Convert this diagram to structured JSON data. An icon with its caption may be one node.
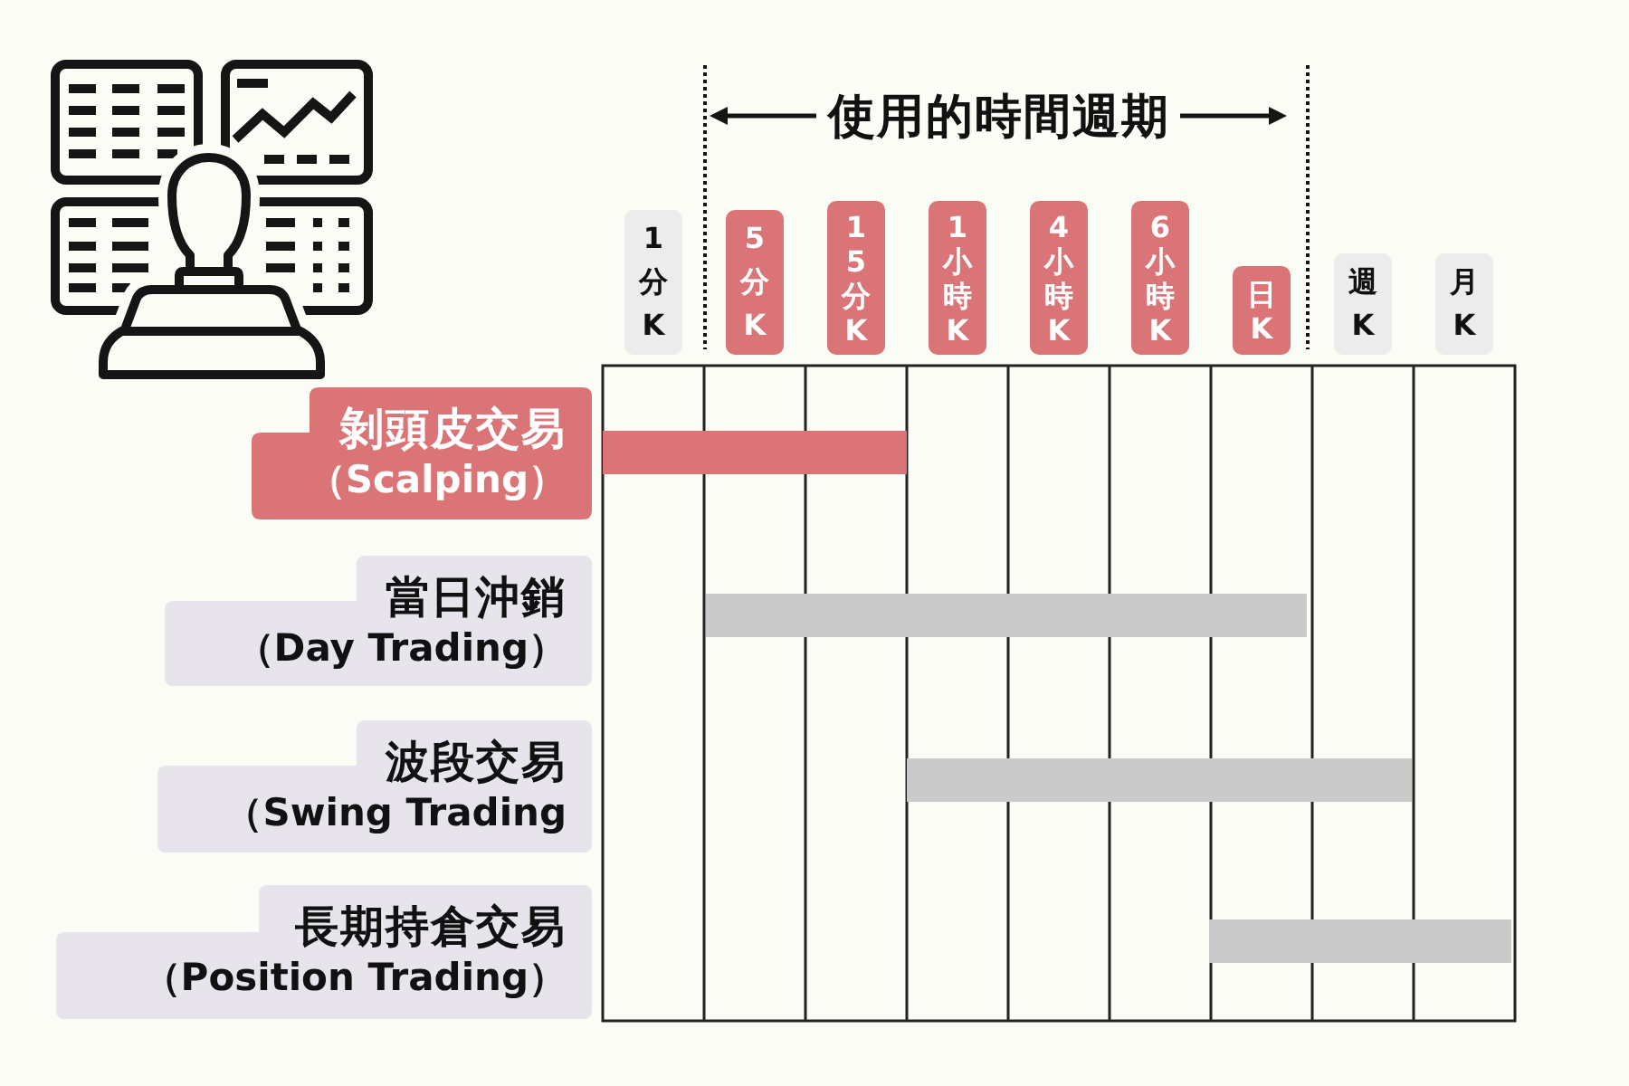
{
  "diagram": {
    "nodes": [
      {
        "text": [
          "1分K"
        ]
      },
      {
        "text": [
          "5分K"
        ]
      },
      {
        "text": [
          "15分K"
        ]
      },
      {
        "text": [
          "1小時K"
        ]
      },
      {
        "text": [
          "4小時K"
        ]
      },
      {
        "text": [
          "6小時K"
        ]
      },
      {
        "text": [
          "日K"
        ]
      },
      {
        "text": [
          "週K"
        ]
      },
      {
        "text": [
          "月K"
        ]
      },
      {
        "text": [
          "剝頭皮交易",
          "（Scalping）"
        ]
      },
      {
        "text": [],
        "shape": "bar"
      },
      {
        "text": [
          "當日沖銷",
          "（Day Trading）"
        ]
      },
      {
        "text": [],
        "shape": "bar"
      },
      {
        "text": [
          "波段交易",
          "（Swing Trading"
        ]
      },
      {
        "text": [],
        "shape": "bar"
      },
      {
        "text": [
          "長期持倉交易",
          "（Position Trading）"
        ]
      },
      {
        "text": [],
        "shape": "bar"
      }
    ],
    "labels": [
      "使用的時間週期"
    ]
  }
}
